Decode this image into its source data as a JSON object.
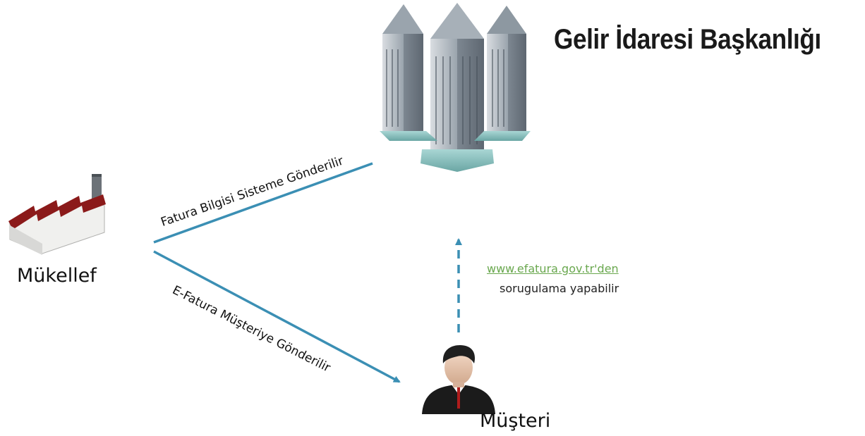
{
  "title": "Gelir İdaresi Başkanlığı",
  "nodes": {
    "taxpayer": {
      "label": "Mükellef",
      "icon": "factory-icon"
    },
    "customer": {
      "label": "Müşteri",
      "icon": "person-icon"
    },
    "authority": {
      "icon": "office-buildings-icon"
    }
  },
  "edges": {
    "to_system": "Fatura Bilgisi Sisteme Gönderilir",
    "to_customer": "E-Fatura Müşteriye Gönderilir",
    "query_link": "www.efatura.gov.tr'den",
    "query_note": "sorugulama yapabilir"
  },
  "colors": {
    "arrow": "#3b8fb4",
    "link": "#6aa84f",
    "factory_roof": "#8b1a1a"
  }
}
